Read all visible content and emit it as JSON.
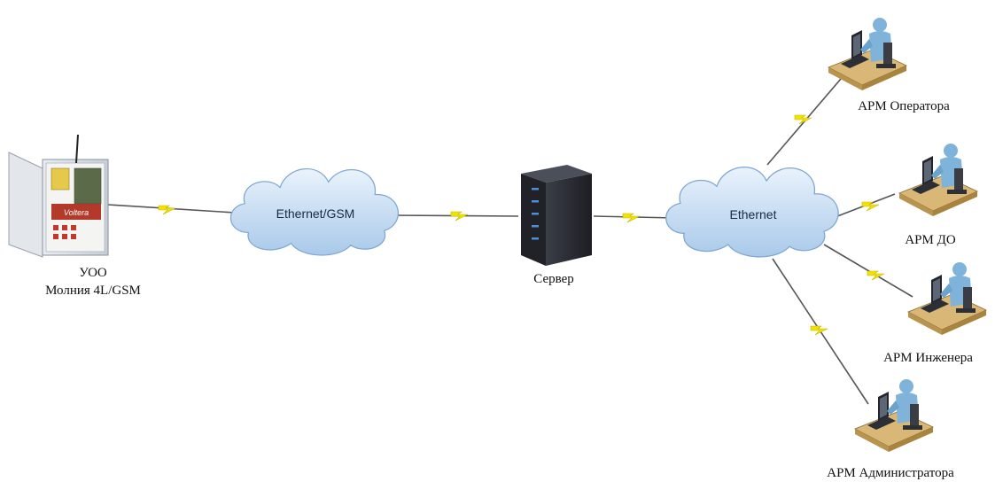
{
  "nodes": {
    "device": {
      "label_line1": "УОО",
      "label_line2": "Молния 4L/GSM"
    },
    "cloud_left": {
      "label": "Ethernet/GSM"
    },
    "server": {
      "label": "Сервер"
    },
    "cloud_right": {
      "label": "Ethernet"
    },
    "arm_operator": {
      "label": "АРМ Оператора"
    },
    "arm_do": {
      "label": "АРМ ДО"
    },
    "arm_engineer": {
      "label": "АРМ Инженера"
    },
    "arm_admin": {
      "label": "АРМ Администратора"
    }
  },
  "colors": {
    "cloud_fill_top": "#eaf3fc",
    "cloud_fill_bottom": "#a9c9ea",
    "cloud_stroke": "#7ea7d2",
    "link_line": "#555555",
    "lightning": "#f2e200",
    "server_body": "#2b2e35",
    "person": "#7fb3d9",
    "desk": "#d9b776"
  }
}
